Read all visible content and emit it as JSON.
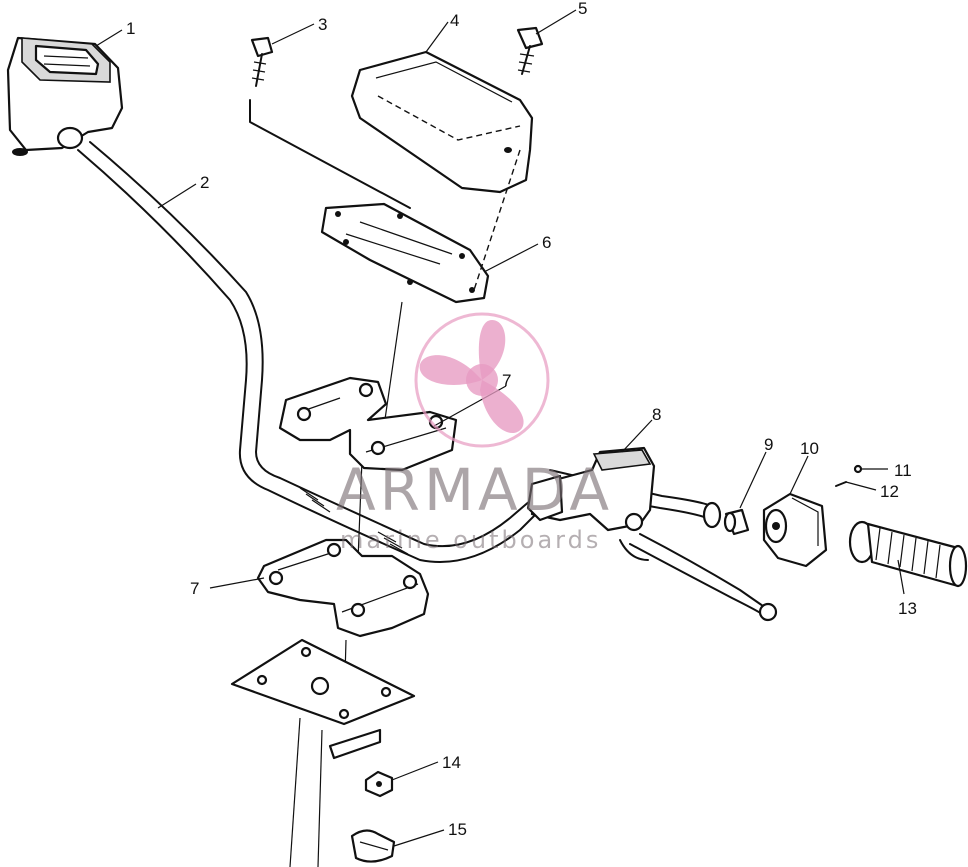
{
  "diagram": {
    "callouts": [
      "1",
      "2",
      "3",
      "4",
      "5",
      "6",
      "7",
      "7",
      "8",
      "9",
      "10",
      "11",
      "12",
      "13",
      "14",
      "15"
    ]
  },
  "watermark": {
    "brand": "ARMADA",
    "tagline": "marine outboards",
    "logo_icon": "propeller-icon",
    "color": "#e79ac1"
  }
}
